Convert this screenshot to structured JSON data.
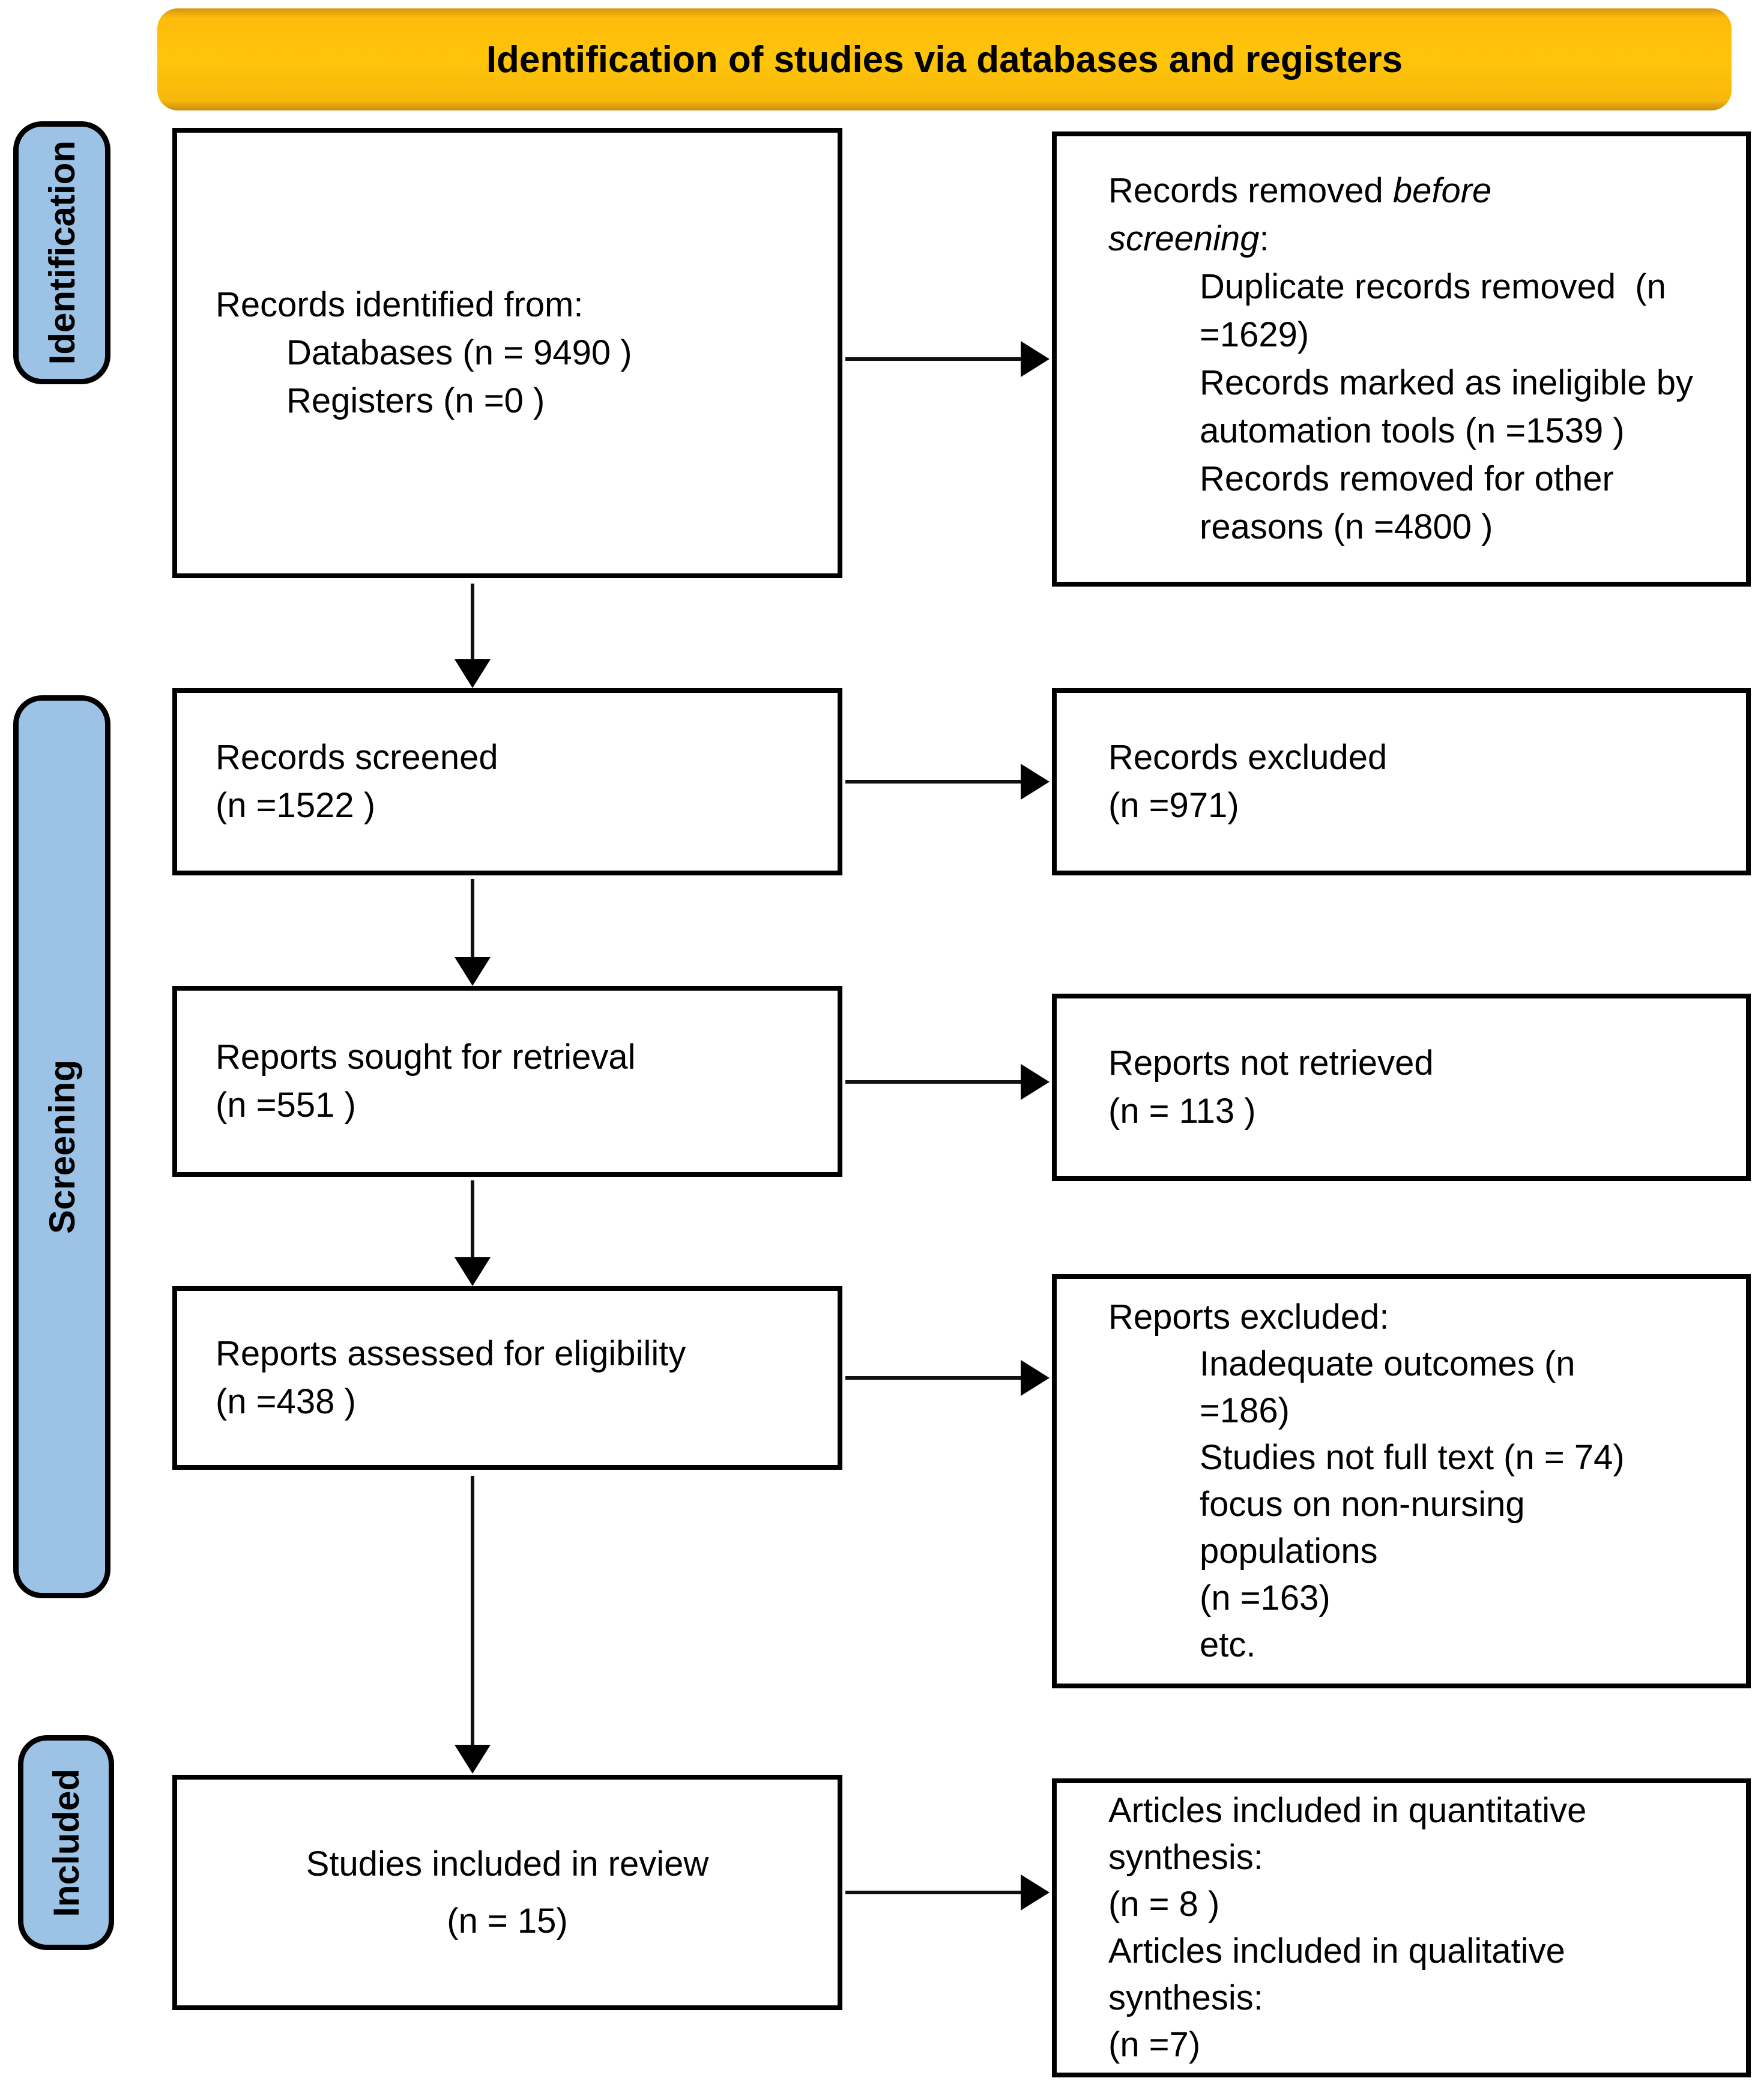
{
  "banner": {
    "label": "Identification of studies via databases and registers",
    "fill": "#FFC000"
  },
  "sidebar": {
    "identification": "Identification",
    "screening": "Screening",
    "included": "Included",
    "fill": "#9CC3E6"
  },
  "boxes": {
    "records_identified": {
      "lines": [
        "Records identified from:",
        "Databases (n = 9490 )",
        "Registers (n =0 )"
      ]
    },
    "records_removed": {
      "heading": {
        "prefix": "Records removed ",
        "italic1": "before",
        "italic2": "screening",
        "suffix": ":"
      },
      "lines": [
        "Duplicate records removed  (n",
        "=1629)",
        "Records marked as ineligible by",
        "automation tools (n =1539 )",
        "Records removed for other",
        "reasons (n =4800 )"
      ]
    },
    "records_screened": {
      "lines": [
        "Records screened",
        "(n =1522 )"
      ]
    },
    "records_excluded": {
      "lines": [
        "Records excluded",
        "(n =971)"
      ]
    },
    "reports_sought": {
      "lines": [
        "Reports sought for retrieval",
        "(n =551 )"
      ]
    },
    "reports_not_retrieved": {
      "lines": [
        "Reports not retrieved",
        "(n = 113 )"
      ]
    },
    "reports_assessed": {
      "lines": [
        "Reports assessed for eligibility",
        "(n =438 )"
      ]
    },
    "reports_excluded": {
      "lines": [
        "Reports excluded:",
        "Inadequate outcomes (n",
        "=186)",
        "Studies not full text (n = 74)",
        "focus on non-nursing",
        "populations",
        "(n =163)",
        "etc."
      ]
    },
    "studies_included": {
      "lines": [
        "Studies included in review",
        "(n = 15)"
      ]
    },
    "articles_included": {
      "lines": [
        "Articles included in quantitative",
        "synthesis:",
        "(n = 8 )",
        "Articles included in qualitative",
        "synthesis:",
        "(n =7)"
      ]
    }
  }
}
